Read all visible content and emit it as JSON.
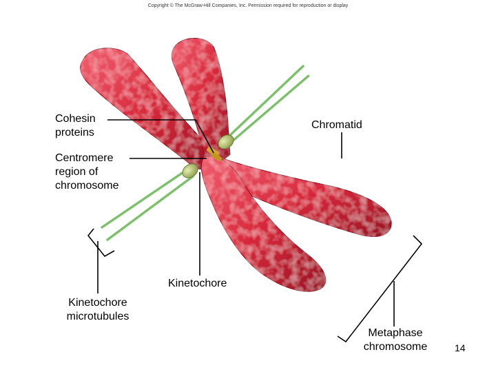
{
  "copyright": "Copyright © The McGraw-Hill Companies, Inc. Permission required for reproduction or display",
  "labels": {
    "cohesin": "Cohesin\nproteins",
    "chromatid": "Chromatid",
    "centromere": "Centromere\nregion of\nchromosome",
    "kinetochore": "Kinetochore",
    "kinetochore_microtubules": "Kinetochore\nmicrotubules",
    "metaphase_chromosome": "Metaphase\nchromosome"
  },
  "page_number": "14",
  "colors": {
    "chromatid_fill": "#d8283c",
    "chromatid_light": "#f06070",
    "chromatid_dark": "#9a1424",
    "kinetochore": "#a8b86a",
    "microtubule": "#7cc06a",
    "cohesin": "#d4a62a",
    "leader_line": "#000000"
  }
}
